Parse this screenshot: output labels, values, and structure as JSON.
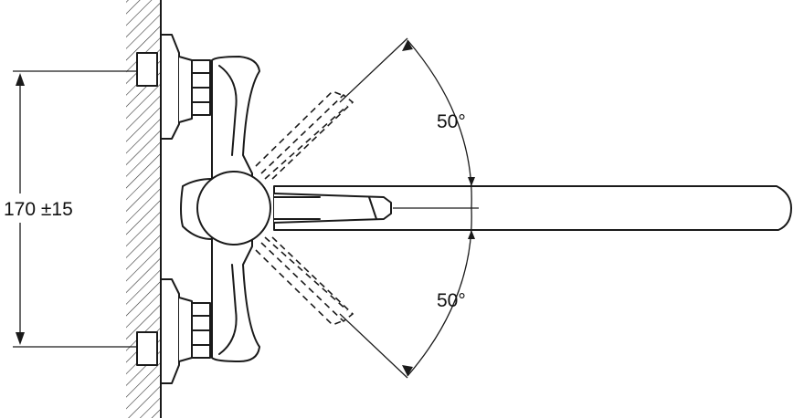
{
  "labels": {
    "mounting_distance": "170 ±15",
    "swivel_angle_up": "50°",
    "swivel_angle_down": "50°"
  },
  "colors": {
    "stroke": "#1a1a1a",
    "hatch": "#333333",
    "background": "#ffffff"
  }
}
